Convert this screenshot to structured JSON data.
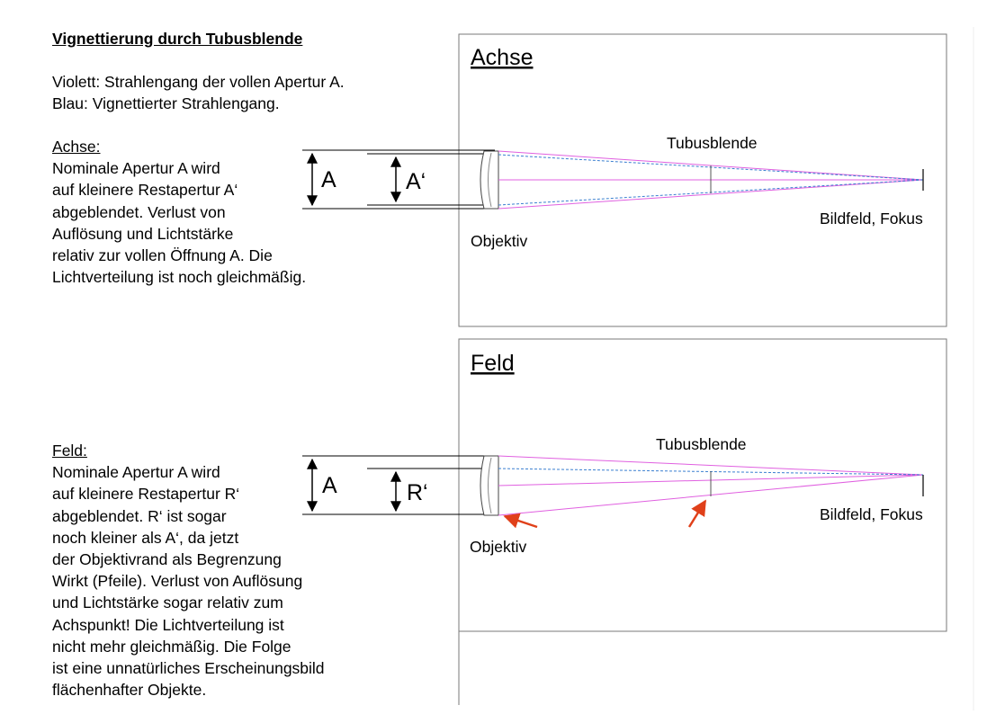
{
  "left": {
    "title": "Vignettierung durch Tubusblende",
    "legend": [
      "Violett: Strahlengang der vollen Apertur A.",
      "Blau: Vignettierter Strahlengang."
    ],
    "achse_heading": "Achse:",
    "achse_lines": [
      "Nominale Apertur A wird",
      "auf kleinere Restapertur A‘",
      "abgeblendet. Verlust von",
      "Auflösung und Lichtstärke",
      "relativ zur vollen Öffnung A. Die",
      "Lichtverteilung ist noch gleichmäßig."
    ],
    "feld_heading": "Feld:",
    "feld_lines": [
      "Nominale Apertur A wird",
      "auf kleinere Restapertur R‘",
      "abgeblendet. R‘ ist sogar",
      "noch kleiner als A‘, da jetzt",
      "der Objektivrand als Begrenzung",
      "Wirkt (Pfeile). Verlust von Auflösung",
      "und Lichtstärke sogar relativ zum",
      "Achspunkt! Die Lichtverteilung ist",
      "nicht mehr gleichmäßig. Die Folge",
      "ist eine unnatürliches Erscheinungsbild",
      "flächenhafter Objekte."
    ]
  },
  "panel_achse": {
    "title": "Achse",
    "tubusblende": "Tubusblende",
    "bildfeld": "Bildfeld, Fokus",
    "objektiv": "Objektiv",
    "aperture_full": "A",
    "aperture_rest": "A‘"
  },
  "panel_feld": {
    "title": "Feld",
    "tubusblende": "Tubusblende",
    "bildfeld": "Bildfeld, Fokus",
    "objektiv": "Objektiv",
    "aperture_full": "A",
    "aperture_rest": "R‘"
  },
  "colors": {
    "violet": "#e060e0",
    "blue": "#3a7fd0",
    "arrow": "#e0401a",
    "frame": "#7a7a7a"
  }
}
